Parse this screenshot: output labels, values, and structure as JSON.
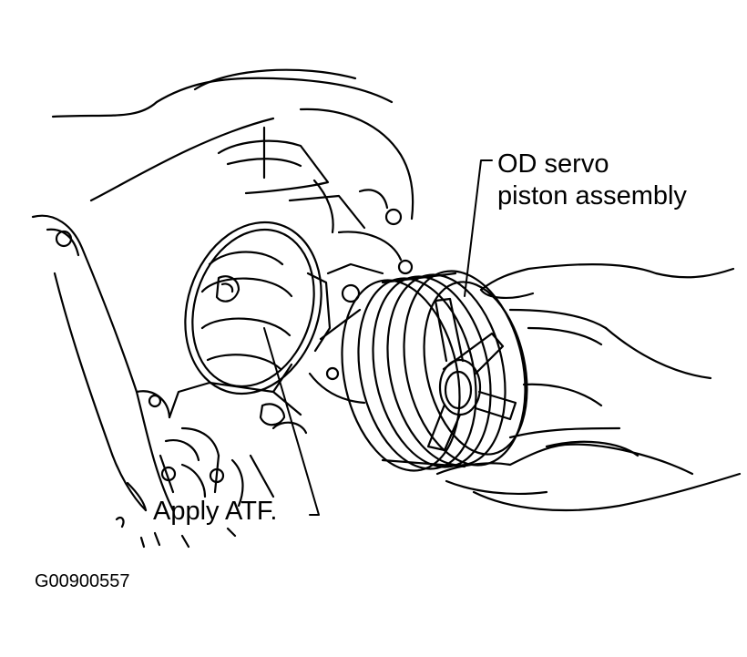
{
  "callouts": {
    "od_servo_line1": "OD servo",
    "od_servo_line2": "piston assembly",
    "apply_atf": "Apply ATF."
  },
  "figure_code": "G00900557",
  "colors": {
    "ink": "#000000",
    "paper": "#ffffff"
  }
}
